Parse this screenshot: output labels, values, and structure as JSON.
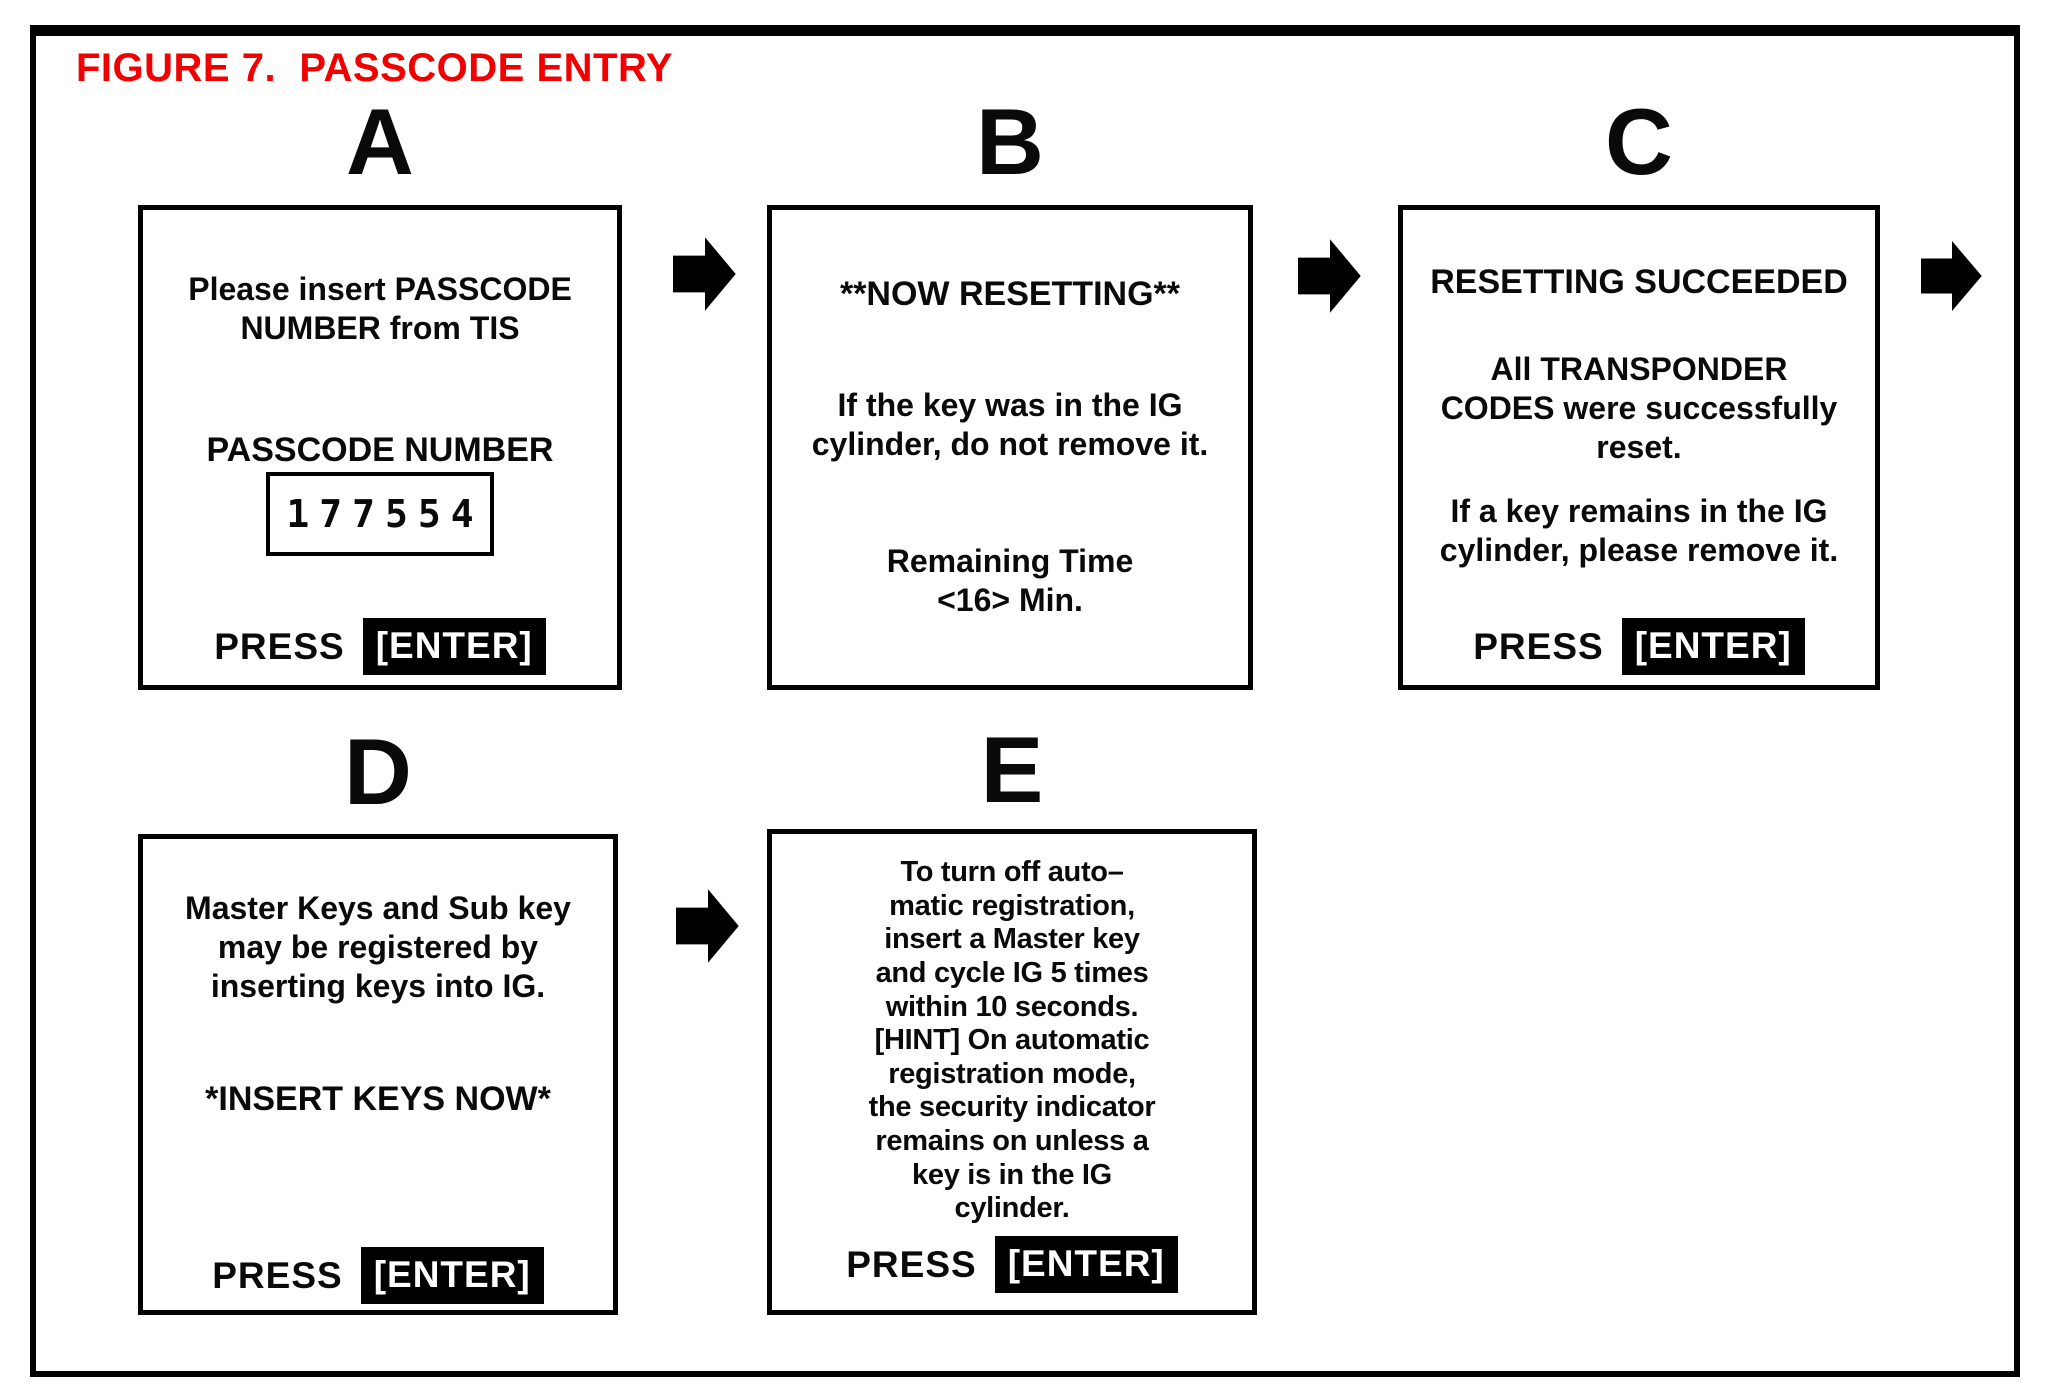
{
  "figure": {
    "title": "FIGURE 7.  PASSCODE ENTRY",
    "title_color": "#f20000",
    "ink_color": "#0a0a0a",
    "background_color": "#ffffff"
  },
  "labels": {
    "press": "PRESS",
    "enter": "[ENTER]"
  },
  "icons": {
    "flow_arrow": "block-arrow-right"
  },
  "arrows": [
    {
      "from": "A",
      "to": "B"
    },
    {
      "from": "B",
      "to": "C"
    },
    {
      "from": "C",
      "to": "next"
    },
    {
      "from": "D",
      "to": "E"
    }
  ],
  "panels": {
    "a": {
      "letter": "A",
      "instruction": "Please insert PASSCODE\nNUMBER from TIS",
      "field_label": "PASSCODE NUMBER",
      "passcode_value": "177554"
    },
    "b": {
      "letter": "B",
      "status": "**NOW RESETTING**",
      "body": "If the key was in the IG\ncylinder, do not remove it.",
      "remaining": "Remaining Time\n<16> Min."
    },
    "c": {
      "letter": "C",
      "status": "RESETTING SUCCEEDED",
      "body1": "All TRANSPONDER\nCODES were successfully\nreset.",
      "body2": "If a key remains in the IG\ncylinder, please remove it."
    },
    "d": {
      "letter": "D",
      "body1": "Master Keys and Sub key\nmay be registered by\ninserting keys into IG.",
      "body2": "*INSERT KEYS NOW*"
    },
    "e": {
      "letter": "E",
      "body": "To turn off auto–\nmatic registration,\ninsert a Master key\nand cycle IG 5 times\nwithin 10 seconds.\n[HINT] On automatic\nregistration mode,\nthe security indicator\nremains on unless a\nkey is in the IG\ncylinder."
    }
  }
}
